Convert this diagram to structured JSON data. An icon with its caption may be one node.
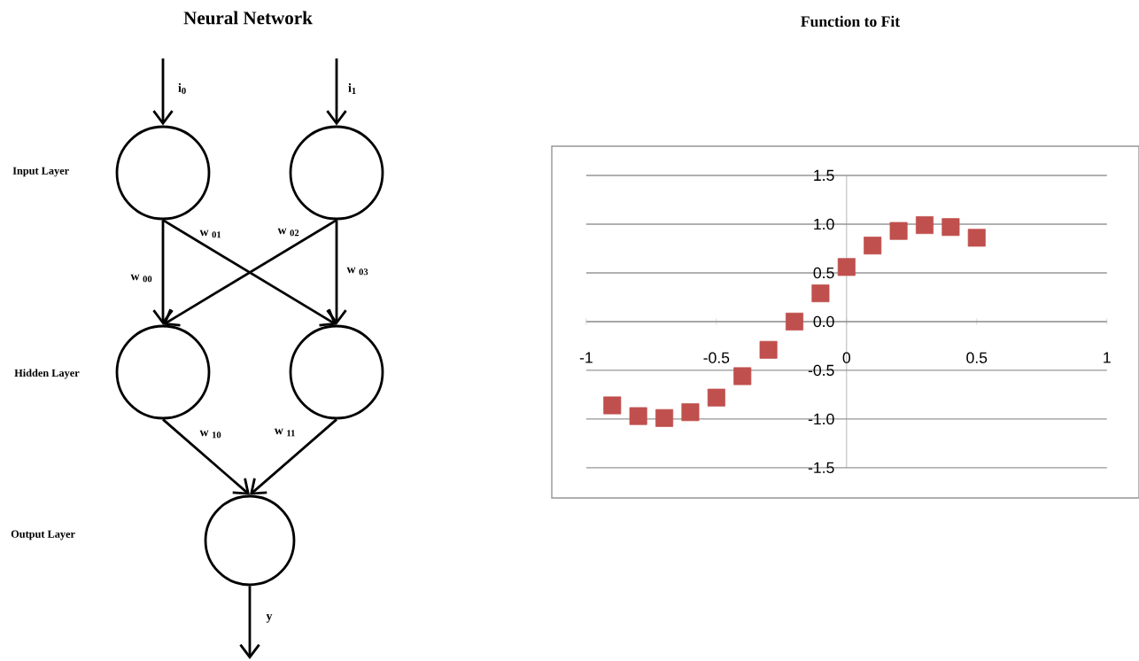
{
  "diagram": {
    "title": "Neural Network",
    "nodes": [
      {
        "text": [],
        "shape": "circle"
      },
      {
        "text": [],
        "shape": "circle"
      },
      {
        "text": [],
        "shape": "circle"
      },
      {
        "text": [],
        "shape": "circle"
      },
      {
        "text": [],
        "shape": "circle"
      }
    ],
    "edges": [
      {
        "from": null,
        "to": 0,
        "arrow": "to",
        "label": "i$_{0}$"
      },
      {
        "from": null,
        "to": 1,
        "arrow": "to",
        "label": "i$_{1}$"
      },
      {
        "from": 0,
        "to": 2,
        "arrow": "to",
        "label": "w $_{00}$"
      },
      {
        "from": 0,
        "to": 3,
        "arrow": "to",
        "label": "w $_{01}$"
      },
      {
        "from": 1,
        "to": 2,
        "arrow": "to",
        "label": "w $_{02}$"
      },
      {
        "from": 1,
        "to": 3,
        "arrow": "to",
        "label": "w $_{03}$"
      },
      {
        "from": 2,
        "to": 4,
        "arrow": "to",
        "label": "w $_{10}$"
      },
      {
        "from": 3,
        "to": 4,
        "arrow": "to",
        "label": "w $_{11}$"
      },
      {
        "from": 4,
        "to": null,
        "arrow": "to",
        "label": "y"
      }
    ],
    "labels": [
      "Input Layer",
      "Hidden Layer",
      "Output Layer"
    ],
    "chart_data": {
      "type": "scatter",
      "title": "Function to Fit",
      "x": [
        -0.9,
        -0.8,
        -0.7,
        -0.6,
        -0.5,
        -0.4,
        -0.3,
        -0.2,
        -0.1,
        0.0,
        0.1,
        0.2,
        0.3,
        0.4,
        0.5
      ],
      "series": [
        {
          "name": null,
          "color": "#c0504d",
          "values": [
            -0.86,
            -0.97,
            -0.99,
            -0.93,
            -0.78,
            -0.56,
            -0.29,
            0.0,
            0.29,
            0.56,
            0.78,
            0.93,
            0.99,
            0.97,
            0.86
          ]
        }
      ],
      "grid": "y",
      "xlim": [
        -1,
        1
      ],
      "ylim": [
        -1.5,
        1.5
      ],
      "xticks": [
        {
          "value": -1,
          "label": "-1"
        },
        {
          "value": -0.5,
          "label": "-0.5"
        },
        {
          "value": 0,
          "label": "0"
        },
        {
          "value": 0.5,
          "label": "0.5"
        },
        {
          "value": 1,
          "label": "1"
        }
      ],
      "yticks": [
        {
          "value": -1.5,
          "label": "-1.5"
        },
        {
          "value": -1.0,
          "label": "-1.0"
        },
        {
          "value": -0.5,
          "label": "-0.5"
        },
        {
          "value": 0.0,
          "label": "0.0"
        },
        {
          "value": 0.5,
          "label": "0.5"
        },
        {
          "value": 1.0,
          "label": "1.0"
        },
        {
          "value": 1.5,
          "label": "1.5"
        }
      ]
    }
  }
}
